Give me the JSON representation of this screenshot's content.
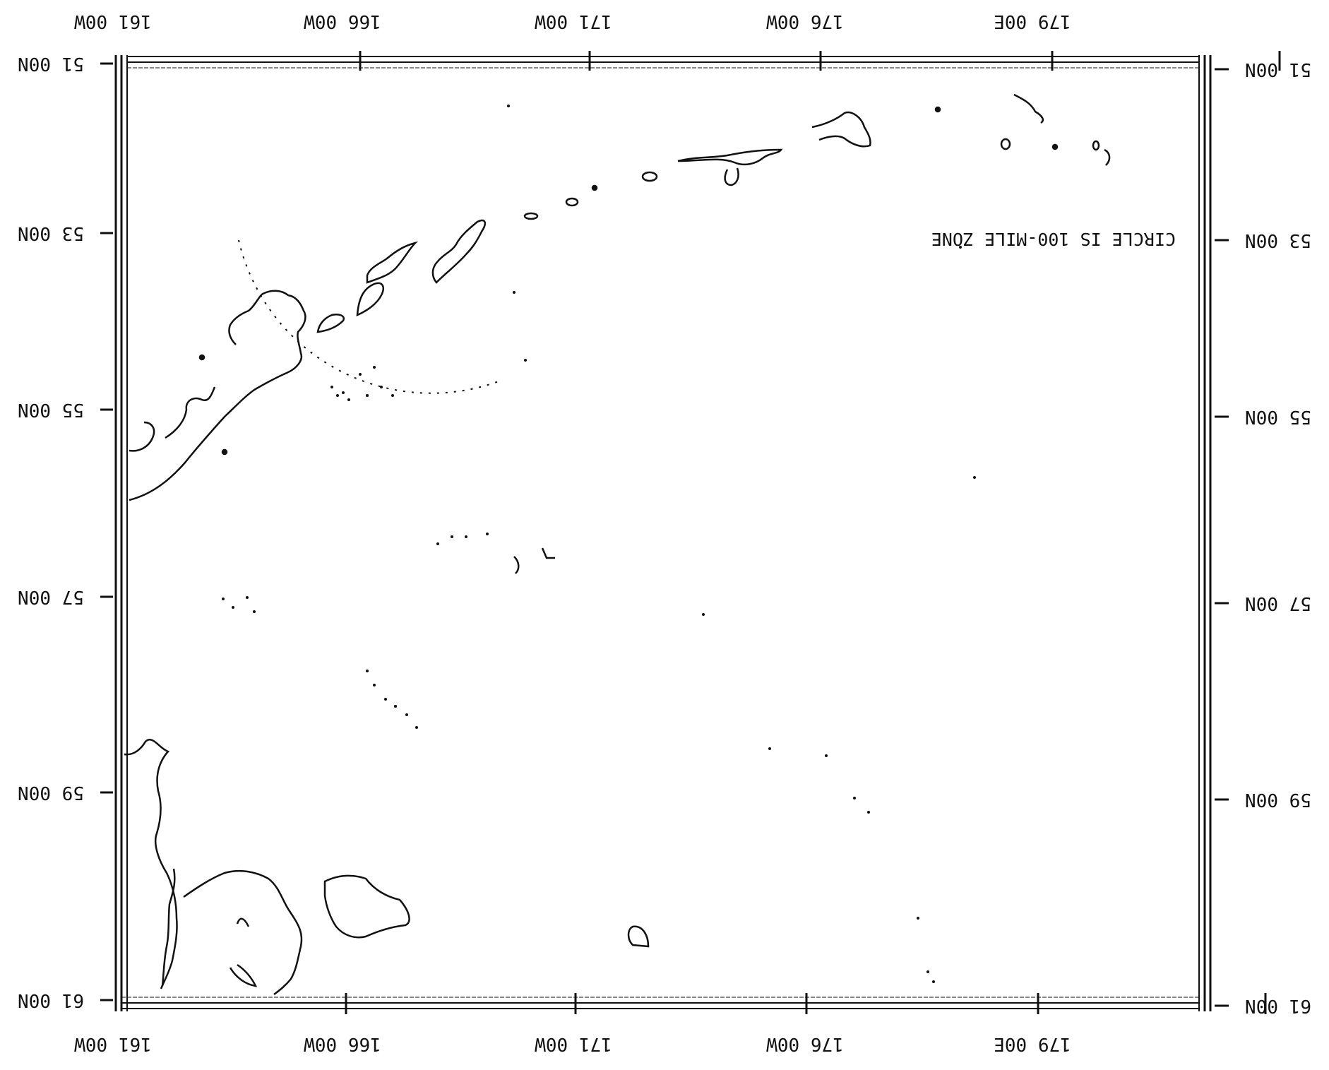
{
  "map": {
    "title": "CIRCLE IS 100-MILE ZONE",
    "orientation": "rotated 180 degrees",
    "colors": {
      "background": "#ffffff",
      "ink": "#111111"
    },
    "top_labels": [
      "161 00W",
      "166 00W",
      "171 00W",
      "176 00W",
      "179 00E"
    ],
    "bottom_labels": [
      "161 00W",
      "166 00W",
      "171 00W",
      "176 00W",
      "179 00E"
    ],
    "left_labels": [
      "51 00N",
      "53 00N",
      "55 00N",
      "57 00N",
      "59 00N",
      "61 00N"
    ],
    "right_labels": [
      "51 00N",
      "53 00N",
      "55 00N",
      "57 00N",
      "59 00N",
      "61 00N"
    ]
  }
}
